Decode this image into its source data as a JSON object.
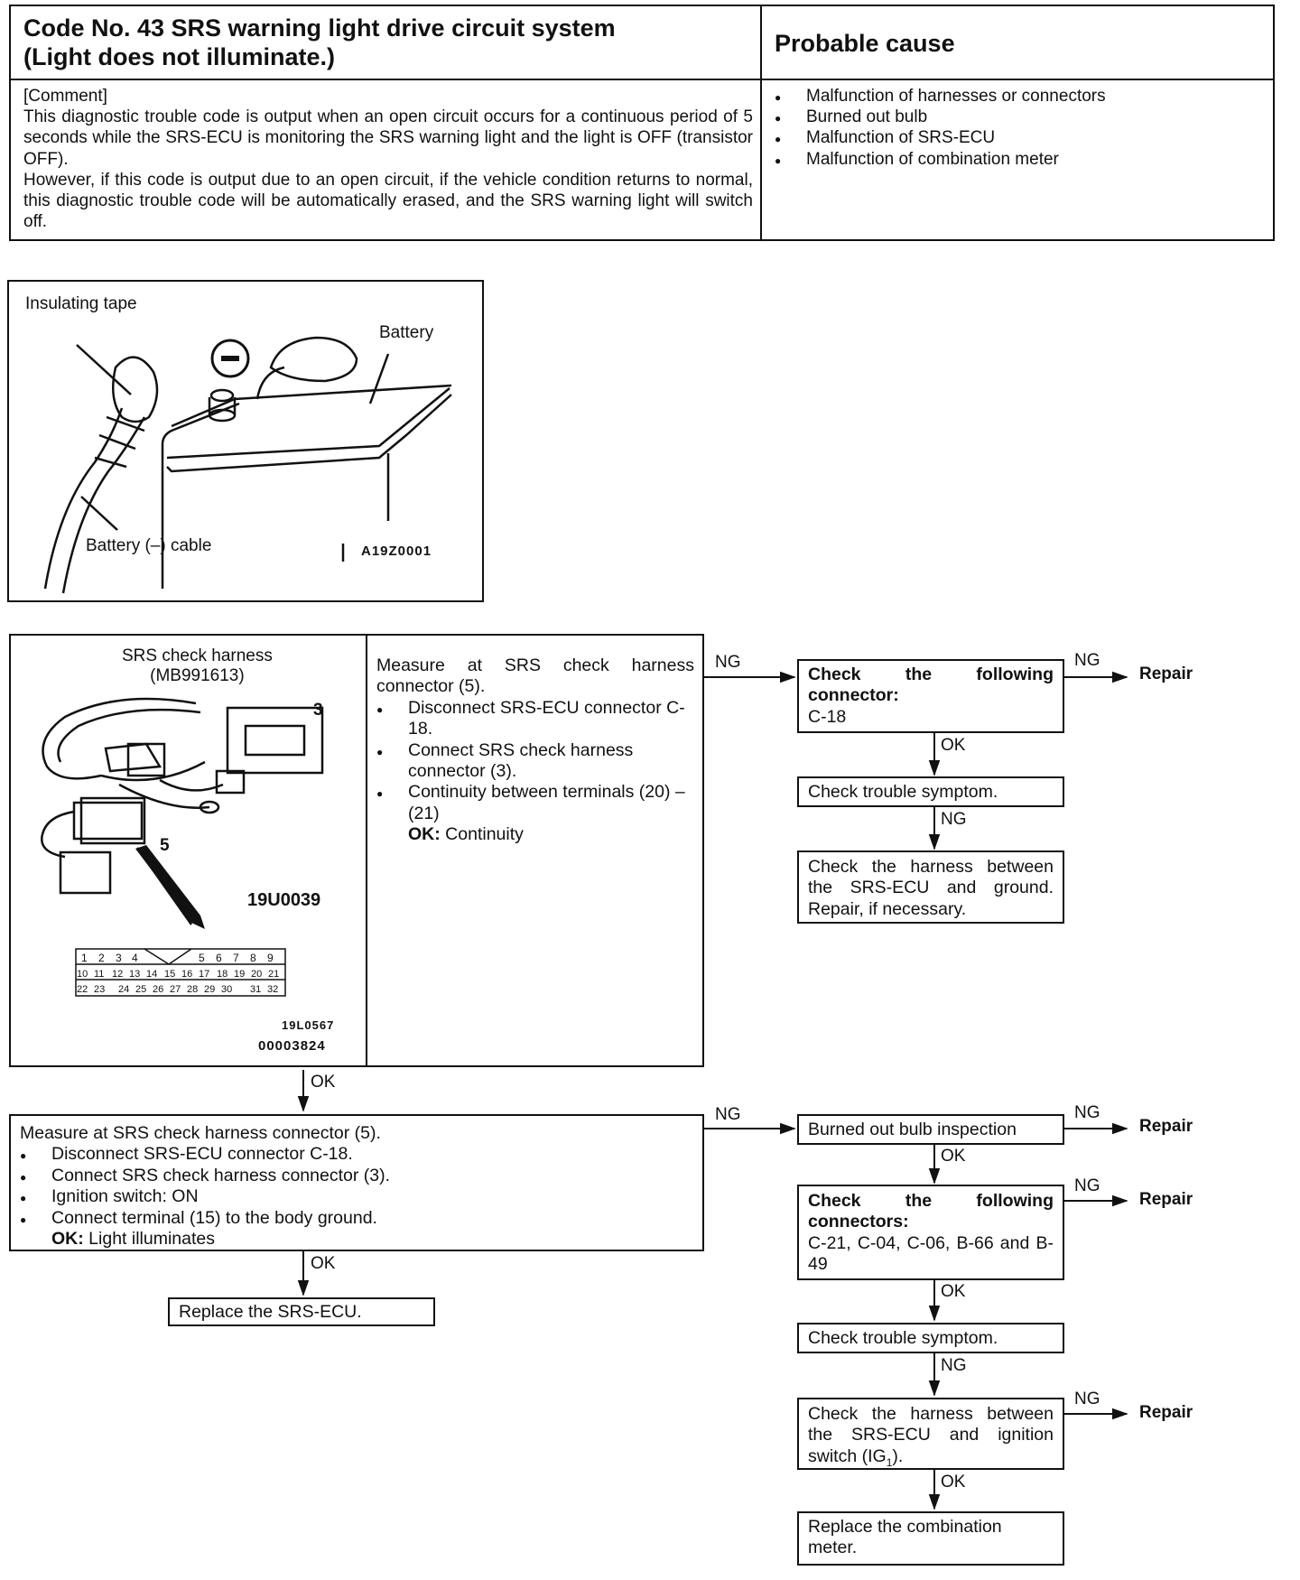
{
  "header": {
    "title_line1": "Code No. 43 SRS warning light drive circuit system",
    "title_line2": "(Light does not illuminate.)",
    "cause_title": "Probable cause",
    "comment_label": "[Comment]",
    "comment_p1": "This diagnostic trouble code is output when an open circuit occurs for a continuous period of 5 seconds while the SRS-ECU is monitoring the SRS warning light and the light is OFF (transistor OFF).",
    "comment_p2": "However, if this code is output due to an open circuit, if the vehicle condition returns to normal, this diagnostic trouble code will be automatically erased, and the SRS warning light will switch off.",
    "causes": [
      "Malfunction of harnesses or connectors",
      "Burned out bulb",
      "Malfunction of SRS-ECU",
      "Malfunction of combination meter"
    ]
  },
  "battery_figure": {
    "insulating_tape": "Insulating tape",
    "battery": "Battery",
    "cable": "Battery (–) cable",
    "minus": "–",
    "code": "A19Z0001"
  },
  "harness_figure": {
    "title_line1": "SRS check harness",
    "title_line2": "(MB991613)",
    "label3": "3",
    "label5": "5",
    "code1": "19U0039",
    "code2": "19L0567",
    "code3": "00003824",
    "pins_row1": [
      "1",
      "2",
      "3",
      "4",
      "5",
      "6",
      "7",
      "8",
      "9"
    ],
    "pins_row2": [
      "10",
      "11",
      "12",
      "13",
      "14",
      "15",
      "16",
      "17",
      "18",
      "19",
      "20",
      "21"
    ],
    "pins_row3": [
      "22",
      "23",
      "24",
      "25",
      "26",
      "27",
      "28",
      "29",
      "30",
      "31",
      "32"
    ]
  },
  "step1": {
    "intro": "Measure at SRS check harness connector (5).",
    "items": [
      "Disconnect SRS-ECU connector C-18.",
      "Connect SRS check harness connector (3).",
      "Continuity between terminals (20) – (21)"
    ],
    "ok_label": "OK:",
    "ok_text": "Continuity"
  },
  "step2": {
    "intro": "Measure at SRS check harness connector (5).",
    "items": [
      "Disconnect SRS-ECU connector C-18.",
      "Connect SRS check harness connector (3).",
      "Ignition switch: ON",
      "Connect terminal (15) to the body ground."
    ],
    "ok_label": "OK:",
    "ok_text": "Light illuminates"
  },
  "replace_ecu": "Replace the SRS-ECU.",
  "right_top": {
    "check_connector_title": "Check the following connector:",
    "check_connector_value": "C-18",
    "check_symptom": "Check trouble symptom.",
    "check_harness_ground": "Check the harness between the SRS-ECU and ground. Repair, if necessary."
  },
  "right_bottom": {
    "bulb_inspection": "Burned out bulb inspection",
    "check_connectors_title": "Check the following connectors:",
    "check_connectors_value": "C-21, C-04, C-06, B-66 and B-49",
    "check_symptom": "Check trouble symptom.",
    "check_harness_ignition": "Check the harness between the SRS-ECU and ignition switch (IG",
    "ig_sub": "1",
    "ig_close": ").",
    "replace_meter": "Replace the combination meter."
  },
  "flow": {
    "ng": "NG",
    "ok": "OK",
    "repair": "Repair"
  }
}
